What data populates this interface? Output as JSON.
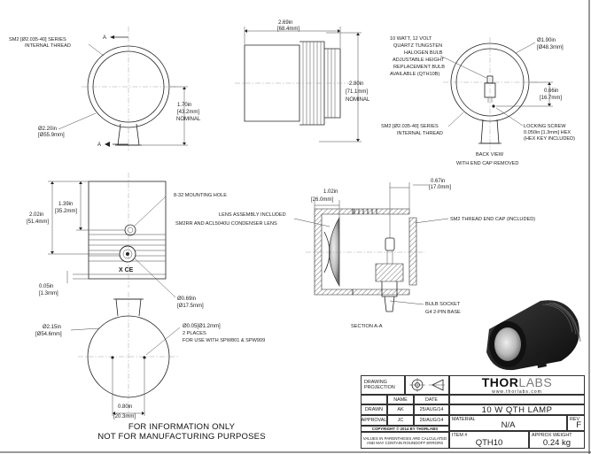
{
  "views": {
    "front": {
      "section_marker": "A",
      "thread_note": [
        "SM2 [Ø2.035-40] SERIES",
        "INTERNAL THREAD"
      ],
      "dia": [
        "Ø2.20in",
        "[Ø55.9mm]"
      ],
      "height": [
        "1.70in",
        "[43.2mm]",
        "NOMINAL"
      ]
    },
    "side": {
      "width": [
        "2.69in",
        "[68.4mm]"
      ],
      "height": [
        "2.80in",
        "[71.1mm]",
        "NOMINAL"
      ]
    },
    "back": {
      "bulb_note": [
        "10 WATT, 12 VOLT",
        "QUARTZ TUNGSTEN",
        "HALOGEN BULB",
        "ADJUSTABLE HEIGHT",
        "REPLACEMENT BULB",
        "AVAILABLE (QTH10B)"
      ],
      "dia": [
        "Ø1.90in",
        "[Ø48.3mm]"
      ],
      "thread_note": [
        "SM2 [Ø2.035-40] SERIES",
        "INTERNAL THREAD"
      ],
      "height": [
        "0.66in",
        "[16.7mm]"
      ],
      "screw_note": [
        "LOCKING SCREW",
        "0.050in [1.3mm] HEX",
        "(HEX KEY INCLUDED)"
      ],
      "caption": [
        "BACK VIEW",
        "WITH END CAP REMOVED"
      ]
    },
    "lower_side": {
      "mount_note": "8-32 MOUNTING HOLE",
      "h1": [
        "1.39in",
        "[35.2mm]"
      ],
      "h2": [
        "2.02in",
        "[51.4mm]"
      ],
      "bottom": [
        "0.05in",
        "[1.3mm]"
      ],
      "dia": [
        "Ø0.69in",
        "[Ø17.5mm]"
      ],
      "pin_note": [
        "Ø0.05[Ø1.2mm]",
        "2 PLACES",
        "FOR USE WITH SPW801 & SPW909"
      ],
      "marks": "X CE"
    },
    "section": {
      "w1": [
        "1.02in",
        "[26.0mm]"
      ],
      "w2": [
        "0.67in",
        "[17.0mm]"
      ],
      "lens_note": [
        "LENS ASSEMBLY INCLUDED",
        "SM2RR AND ACL5040U CONDENSER LENS"
      ],
      "cap_note": "SM2 THREAD END CAP (INCLUDED)",
      "socket_note": [
        "BULB SOCKET",
        "G4 2-PIN BASE"
      ],
      "label": "SECTION A-A"
    },
    "bottom": {
      "dia": [
        "Ø2.15in",
        "[Ø54.6mm]"
      ],
      "spacing": [
        "0.80in",
        "[20.3mm]"
      ]
    }
  },
  "disclaimer": [
    "FOR INFORMATION ONLY",
    "NOT FOR MANUFACTURING PURPOSES"
  ],
  "title_block": {
    "drawing_projection": [
      "DRAWING",
      "PROJECTION"
    ],
    "logo_bold": "THOR",
    "logo_light": "LABS",
    "website": "www.thorlabs.com",
    "hdr_name": "NAME",
    "hdr_date": "DATE",
    "drawn_label": "DRAWN",
    "drawn_name": "AK",
    "drawn_date": "25/AUG/14",
    "approval_label": "APPROVAL",
    "approval_name": "JC",
    "approval_date": "26/AUG/14",
    "title": "10 W QTH LAMP",
    "material_label": "MATERIAL",
    "material": "N/A",
    "rev_label": "REV",
    "rev": "F",
    "copyright": "COPYRIGHT © 2014 BY THORLABS",
    "values_note": [
      "VALUES IN PARENTHESIS ARE CALCULATED",
      "AND MAY CONTAIN ROUNDOFF ERRORS"
    ],
    "item_label": "ITEM #",
    "item": "QTH10",
    "weight_label": "APPROX WEIGHT",
    "weight": "0.24 kg"
  },
  "colors": {
    "line": "#222222",
    "background": "#ffffff",
    "photo_body": "#1b1b1b"
  }
}
